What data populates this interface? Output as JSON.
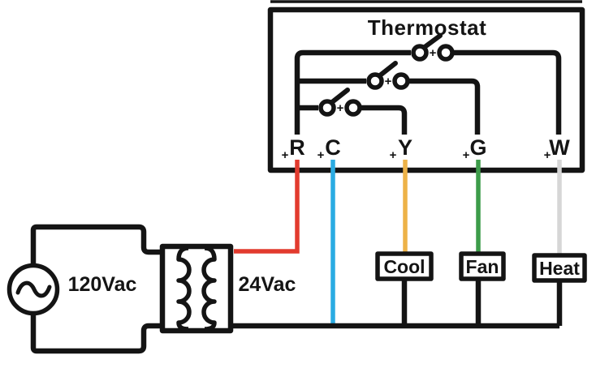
{
  "diagram": {
    "kind": "thermostat-wiring-diagram",
    "symbols": {
      "plus": "+"
    }
  },
  "thermostat": {
    "title": "Thermostat",
    "terminals": [
      {
        "label": "R",
        "wire": "red"
      },
      {
        "label": "C",
        "wire": "blue"
      },
      {
        "label": "Y",
        "wire": "yellow"
      },
      {
        "label": "G",
        "wire": "green"
      },
      {
        "label": "W",
        "wire": "gray"
      }
    ],
    "switches": [
      {
        "name": "heat-switch",
        "from": "R",
        "to": "W",
        "state": "open"
      },
      {
        "name": "fan-switch",
        "from": "R",
        "to": "G",
        "state": "open"
      },
      {
        "name": "cool-switch",
        "from": "R",
        "to": "Y",
        "state": "open"
      }
    ]
  },
  "power": {
    "source_label": "120Vac",
    "transformer_label": "24Vac"
  },
  "loads": [
    {
      "label": "Cool",
      "wire": "yellow",
      "terminal": "Y"
    },
    {
      "label": "Fan",
      "wire": "green",
      "terminal": "G"
    },
    {
      "label": "Heat",
      "wire": "gray",
      "terminal": "W"
    }
  ],
  "colors": {
    "line": "#141414",
    "red": "#e23b2e",
    "blue": "#2aabe2",
    "yellow": "#edb248",
    "green": "#3d9c4a",
    "gray": "#d6d6d6",
    "background": "#ffffff"
  }
}
